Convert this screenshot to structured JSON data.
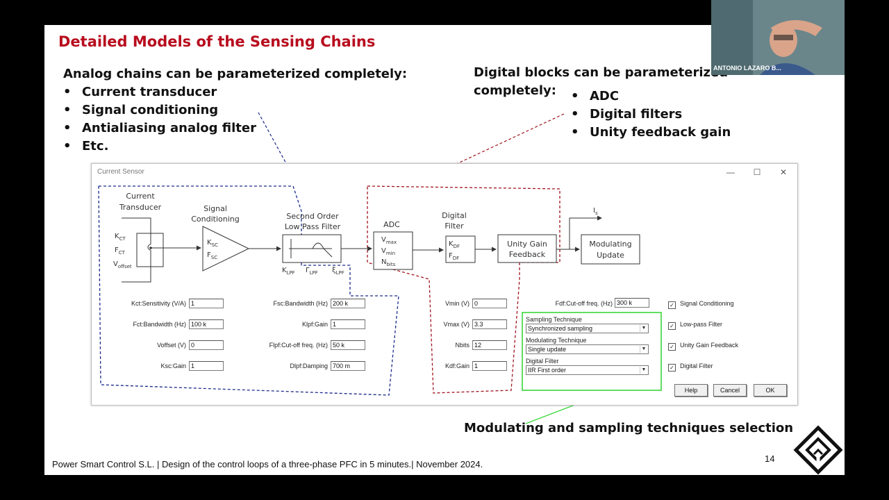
{
  "slide": {
    "title": "Detailed Models of the Sensing Chains",
    "analog_heading": "Analog chains can be parameterized completely:",
    "analog_items": [
      "Current transducer",
      "Signal conditioning",
      "Antialiasing analog filter",
      "Etc."
    ],
    "digital_heading_line1": "Digital blocks can be parameterized",
    "digital_heading_line2": "completely:",
    "digital_items": [
      "ADC",
      "Digital filters",
      "Unity feedback gain"
    ],
    "bottom_note": "Modulating and sampling techniques selection",
    "footer": "Power Smart Control S.L. | Design of the control loops of a three-phase PFC in 5 minutes.| November 2024.",
    "page_number": "14"
  },
  "camera": {
    "participant_name": "ANTONIO LAZARO B..."
  },
  "dialog": {
    "title": "Current Sensor",
    "window_buttons": {
      "minimize": "—",
      "maximize": "☐",
      "close": "✕"
    },
    "diagram": {
      "current_transducer": [
        "Current",
        "Transducer"
      ],
      "kct": "K",
      "kct_sub": "CT",
      "fct": "F",
      "fct_sub": "CT",
      "voffset": "V",
      "voffset_sub": "offset",
      "signal_conditioning": [
        "Signal",
        "Conditioning"
      ],
      "ksc": "K",
      "ksc_sub": "SC",
      "fsc": "F",
      "fsc_sub": "SC",
      "second_order": [
        "Second Order",
        "Low Pass Filter"
      ],
      "klpf": "K",
      "klpf_sub": "LPF",
      "flpf": "Γ",
      "flpf_sub": "LPF",
      "xilpf": "ξ",
      "xilpf_sub": "LPF",
      "adc": "ADC",
      "vmax": "V",
      "vmax_sub": "max",
      "vmin": "V",
      "vmin_sub": "min",
      "nbits": "N",
      "nbits_sub": "bits",
      "digital_filter": [
        "Digital",
        "Filter"
      ],
      "kdf": "K",
      "kdf_sub": "DF",
      "fdf": "F",
      "fdf_sub": "DF",
      "unity_gain": [
        "Unity Gain",
        "Feedback"
      ],
      "is": "I",
      "is_sub": "s",
      "modulating_update": [
        "Modulating",
        "Update"
      ]
    },
    "fields_left": [
      {
        "label": "Kct:Sensitivity (V/A)",
        "value": "1"
      },
      {
        "label": "Fct:Bandwidth (Hz)",
        "value": "100 k"
      },
      {
        "label": "Voffset (V)",
        "value": "0"
      },
      {
        "label": "Ksc:Gain",
        "value": "1"
      }
    ],
    "fields_mid": [
      {
        "label": "Fsc:Bandwidth (Hz)",
        "value": "200 k"
      },
      {
        "label": "Klpf:Gain",
        "value": "1"
      },
      {
        "label": "Flpf:Cut-off freq. (Hz)",
        "value": "50 k"
      },
      {
        "label": "Dlpf:Damping",
        "value": "700 m"
      }
    ],
    "fields_adc": [
      {
        "label": "Vmin (V)",
        "value": "0"
      },
      {
        "label": "Vmax (V)",
        "value": "3.3"
      },
      {
        "label": "Nbits",
        "value": "12"
      },
      {
        "label": "Kdf:Gain",
        "value": "1"
      }
    ],
    "fdf_field": {
      "label": "Fdf:Cut-off freq. (Hz)",
      "value": "300 k"
    },
    "selects": [
      {
        "label": "Sampling Technique",
        "value": "Synchronized sampling"
      },
      {
        "label": "Modulating Technique",
        "value": "Single update"
      },
      {
        "label": "Digital Filter",
        "value": "IIR First order"
      }
    ],
    "checkboxes": [
      {
        "label": "Signal Conditioning",
        "checked": true
      },
      {
        "label": "Low-pass Filter",
        "checked": true
      },
      {
        "label": "Unity Gain Feedback",
        "checked": true
      },
      {
        "label": "Digital Filter",
        "checked": true
      }
    ],
    "buttons": {
      "help": "Help",
      "cancel": "Cancel",
      "ok": "OK"
    }
  }
}
